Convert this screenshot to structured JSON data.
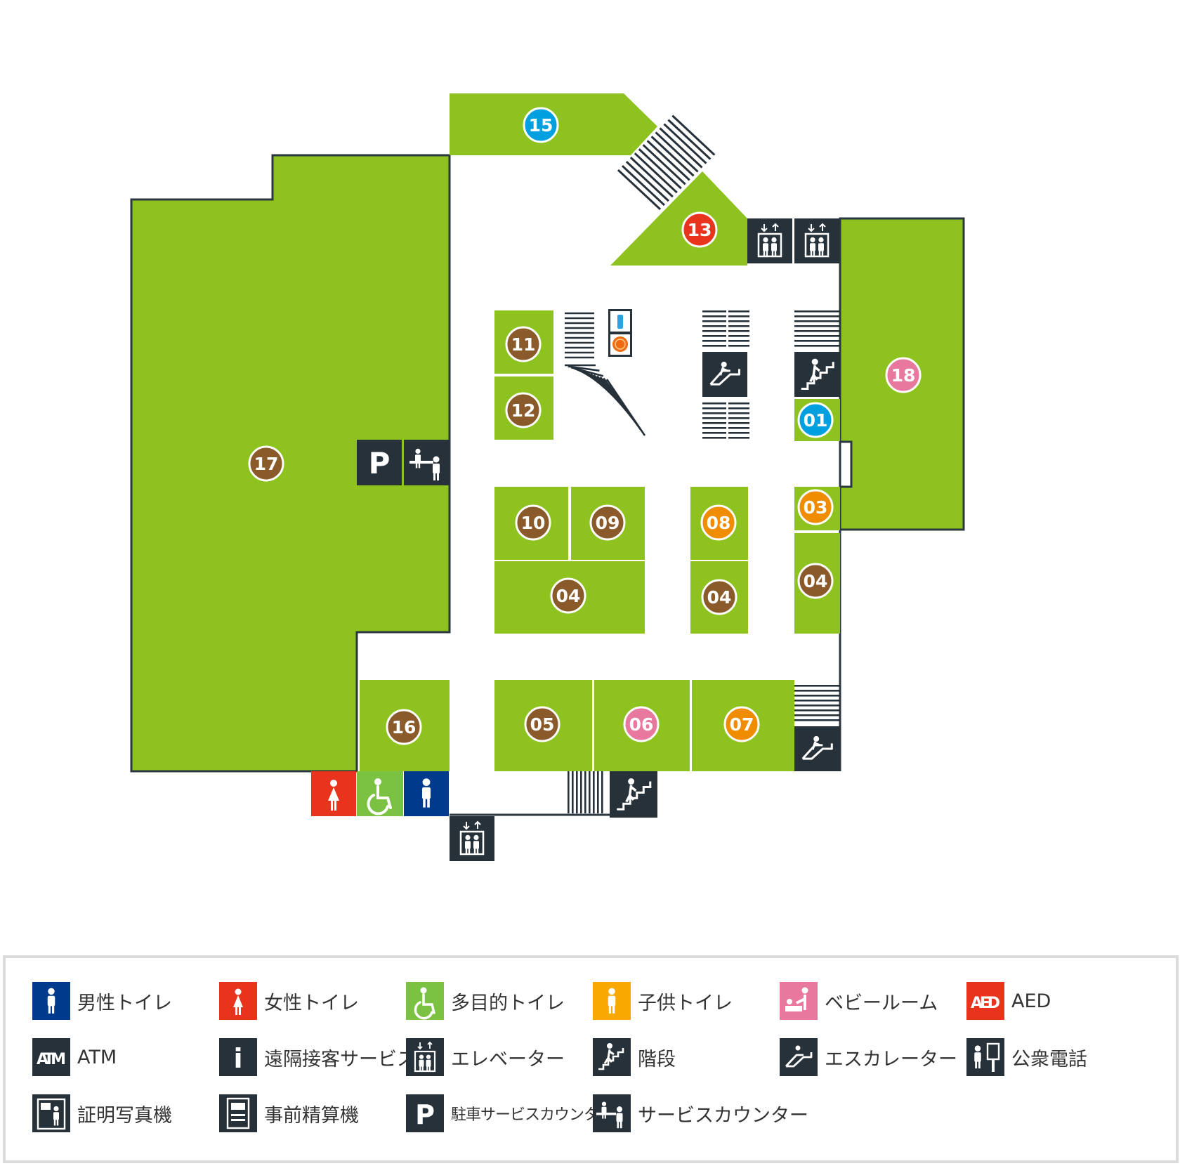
{
  "colors": {
    "store": "#8dc21f",
    "outline": "#2b3740",
    "dark": "#27313a",
    "badge_brown": "#8b5a2b",
    "badge_blue": "#00a0e0",
    "badge_red": "#e8341c",
    "badge_pink": "#e8789e",
    "badge_orange": "#f08c00",
    "men": "#003a8c",
    "women": "#e8341c",
    "multi": "#7cc242",
    "kids": "#f8a800",
    "baby": "#e8789e",
    "aed": "#e8341c"
  },
  "floor": {
    "stores": [
      {
        "id": "15",
        "color": "blue"
      },
      {
        "id": "13",
        "color": "red"
      },
      {
        "id": "18",
        "color": "pink"
      },
      {
        "id": "17",
        "color": "brown"
      },
      {
        "id": "11",
        "color": "brown"
      },
      {
        "id": "12",
        "color": "brown"
      },
      {
        "id": "01",
        "color": "blue"
      },
      {
        "id": "10",
        "color": "brown"
      },
      {
        "id": "09",
        "color": "brown"
      },
      {
        "id": "08",
        "color": "orange"
      },
      {
        "id": "03",
        "color": "orange"
      },
      {
        "id": "04",
        "color": "brown"
      },
      {
        "id": "04",
        "color": "brown"
      },
      {
        "id": "04",
        "color": "brown"
      },
      {
        "id": "16",
        "color": "brown"
      },
      {
        "id": "05",
        "color": "brown"
      },
      {
        "id": "06",
        "color": "pink"
      },
      {
        "id": "07",
        "color": "orange"
      }
    ],
    "facilities": [
      {
        "icon": "elevator-icon"
      },
      {
        "icon": "elevator-icon"
      },
      {
        "icon": "escalator-icon"
      },
      {
        "icon": "stairs-icon"
      },
      {
        "icon": "parking-counter-icon"
      },
      {
        "icon": "service-counter-icon"
      },
      {
        "icon": "vending-machine-icon"
      },
      {
        "icon": "escalator-icon"
      },
      {
        "icon": "stairs-icon"
      },
      {
        "icon": "womens-toilet-icon"
      },
      {
        "icon": "multipurpose-toilet-icon"
      },
      {
        "icon": "mens-toilet-icon"
      },
      {
        "icon": "elevator-icon"
      }
    ]
  },
  "legend": {
    "items": [
      {
        "icon": "mens-toilet-icon",
        "label": "男性トイレ"
      },
      {
        "icon": "womens-toilet-icon",
        "label": "女性トイレ"
      },
      {
        "icon": "multipurpose-toilet-icon",
        "label": "多目的トイレ"
      },
      {
        "icon": "kids-toilet-icon",
        "label": "子供トイレ"
      },
      {
        "icon": "baby-room-icon",
        "label": "ベビールーム"
      },
      {
        "icon": "aed-icon",
        "label": "AED",
        "icon_text": "AED"
      },
      {
        "icon": "atm-icon",
        "label": "ATM",
        "icon_text": "ATM"
      },
      {
        "icon": "remote-service-icon",
        "label": "遠隔接客サービス",
        "icon_text": "i"
      },
      {
        "icon": "elevator-icon",
        "label": "エレベーター"
      },
      {
        "icon": "stairs-icon",
        "label": "階段"
      },
      {
        "icon": "escalator-icon",
        "label": "エスカレーター"
      },
      {
        "icon": "public-phone-icon",
        "label": "公衆電話"
      },
      {
        "icon": "photo-booth-icon",
        "label": "証明写真機"
      },
      {
        "icon": "parking-payment-icon",
        "label": "事前精算機"
      },
      {
        "icon": "parking-counter-icon",
        "label": "駐車サービスカウンター",
        "icon_text": "P"
      },
      {
        "icon": "service-counter-icon",
        "label": "サービスカウンター"
      }
    ]
  }
}
